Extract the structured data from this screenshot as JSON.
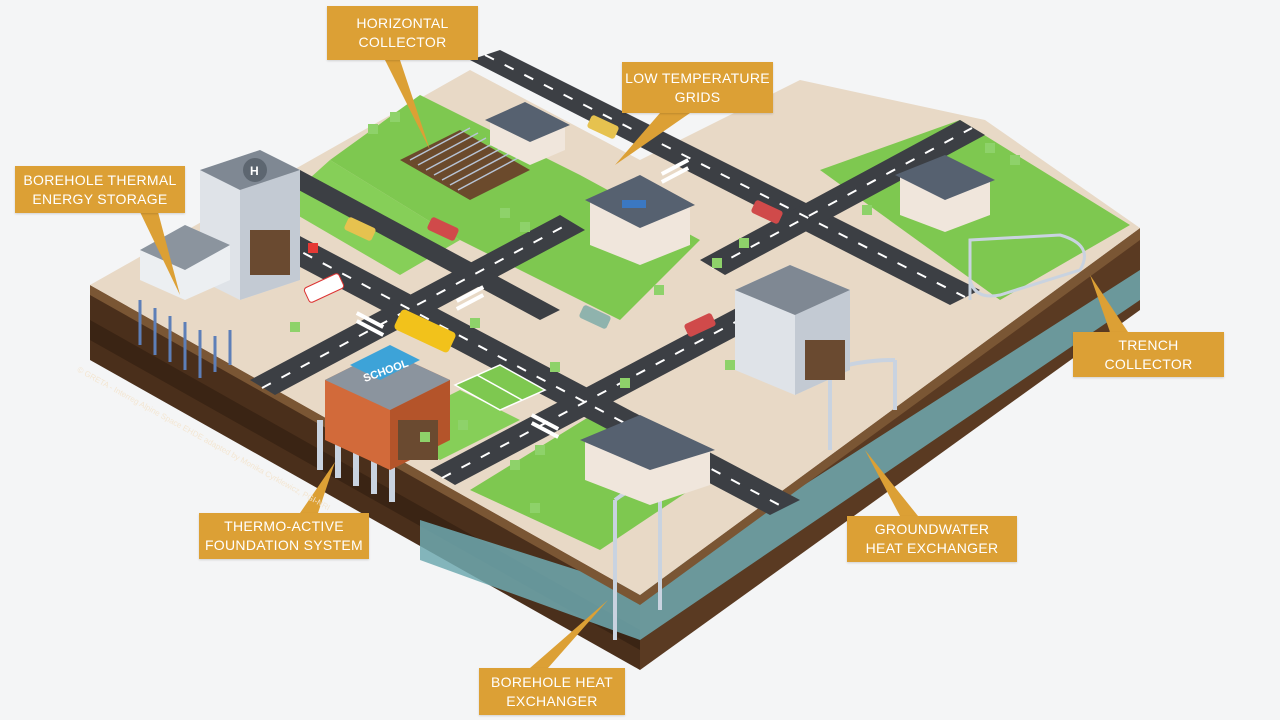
{
  "colors": {
    "callout_bg": "#dca035",
    "callout_text": "#ffffff",
    "grass": "#7ec850",
    "road": "#3c3f44",
    "sidewalk": "#e8d9c6",
    "soil_dark": "#3b2616",
    "soil_mid": "#5a3a22",
    "groundwater": "#6fa9b0",
    "pipe": "#5d7fb8"
  },
  "labels": {
    "horizontal_collector": [
      "HORIZONTAL",
      "COLLECTOR"
    ],
    "low_temperature_grids": [
      "LOW TEMPERATURE",
      "GRIDS"
    ],
    "borehole_thermal_energy_storage": [
      "BOREHOLE THERMAL",
      "ENERGY STORAGE"
    ],
    "trench_collector": [
      "TRENCH",
      "COLLECTOR"
    ],
    "groundwater_heat_exchanger": [
      "GROUNDWATER",
      "HEAT EXCHANGER"
    ],
    "thermo_active_foundation_system": [
      "THERMO-ACTIVE",
      "FOUNDATION SYSTEM"
    ],
    "borehole_heat_exchanger": [
      "BOREHOLE HEAT",
      "EXCHANGER"
    ]
  },
  "signs": {
    "school": "SCHOOL",
    "helipad": "H"
  },
  "credit": "© GRETA - Interreg Alpine Space EHDE adapted by Monika Cyrklewicz, PGI-NRI"
}
